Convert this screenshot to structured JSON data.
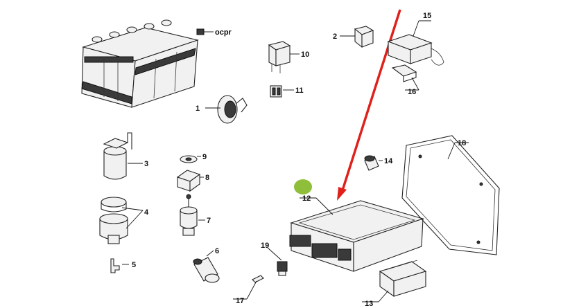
{
  "diagram": {
    "callouts": [
      {
        "id": "c1",
        "label": "1"
      },
      {
        "id": "c2",
        "label": "2"
      },
      {
        "id": "c3",
        "label": "3"
      },
      {
        "id": "c4",
        "label": "4"
      },
      {
        "id": "c5",
        "label": "5"
      },
      {
        "id": "c6",
        "label": "6"
      },
      {
        "id": "c7",
        "label": "7"
      },
      {
        "id": "c8",
        "label": "8"
      },
      {
        "id": "c9",
        "label": "9"
      },
      {
        "id": "c10",
        "label": "10"
      },
      {
        "id": "c11",
        "label": "11"
      },
      {
        "id": "c12",
        "label": "12"
      },
      {
        "id": "c13",
        "label": "13"
      },
      {
        "id": "c14",
        "label": "14"
      },
      {
        "id": "c15",
        "label": "15"
      },
      {
        "id": "c16",
        "label": "16"
      },
      {
        "id": "c17",
        "label": "17"
      },
      {
        "id": "c18",
        "label": "18"
      },
      {
        "id": "c19",
        "label": "19"
      }
    ],
    "battery_label": "ocpr",
    "highlight_color": "#8fbf3a",
    "arrow_color": "#e0201a"
  }
}
